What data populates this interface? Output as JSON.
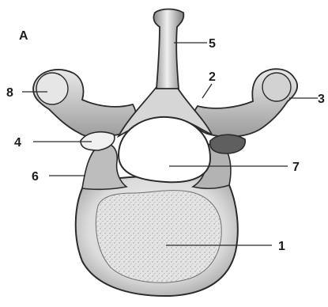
{
  "figure": {
    "panel_letter": "A",
    "labels": [
      {
        "id": "1",
        "text": "1"
      },
      {
        "id": "2",
        "text": "2"
      },
      {
        "id": "3",
        "text": "3"
      },
      {
        "id": "4",
        "text": "4"
      },
      {
        "id": "5",
        "text": "5"
      },
      {
        "id": "6",
        "text": "6"
      },
      {
        "id": "7",
        "text": "7"
      },
      {
        "id": "8",
        "text": "8"
      }
    ]
  },
  "colors": {
    "bone_light": "#f2f2f2",
    "bone_mid": "#cfcfcf",
    "bone_dark": "#6e6e6e",
    "outline": "#2b2b2b",
    "label_text": "#1c1c1c"
  }
}
